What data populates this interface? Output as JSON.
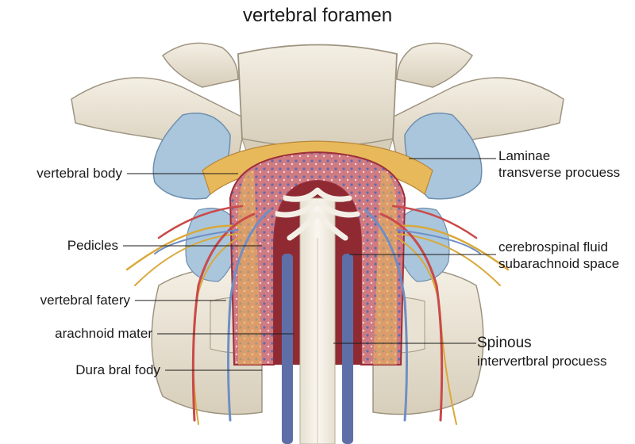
{
  "title": "vertebral foramen",
  "labels_left": [
    {
      "id": "vertebral-body",
      "text": "vertebral body"
    },
    {
      "id": "pedicles",
      "text": "Pedicles"
    },
    {
      "id": "vertebral-fatery",
      "text": "vertebral fatery"
    },
    {
      "id": "arachnoid-mater",
      "text": "arachnoid mater"
    },
    {
      "id": "dura-bral-fody",
      "text": "Dura bral fody"
    }
  ],
  "labels_right": [
    {
      "id": "laminae",
      "line1": "Laminae",
      "line2": "transverse procuess"
    },
    {
      "id": "cerebrospinal",
      "line1": "cerebrospinal fluid",
      "line2": "subarachnoid space"
    },
    {
      "id": "spinous",
      "line1": "Spinous",
      "line2": "intervertbral procuess"
    }
  ],
  "colors": {
    "bone": "#ece6d8",
    "bone_shadow": "#cfc6b2",
    "cartilage_blue": "#a9c6dd",
    "dura_red": "#b8454f",
    "fat_yellow": "#e8b95a",
    "cord_white": "#f3efe6",
    "vein_blue": "#6f8fc4",
    "artery_red": "#c94a4a",
    "nerve_yellow": "#d9a93a"
  }
}
